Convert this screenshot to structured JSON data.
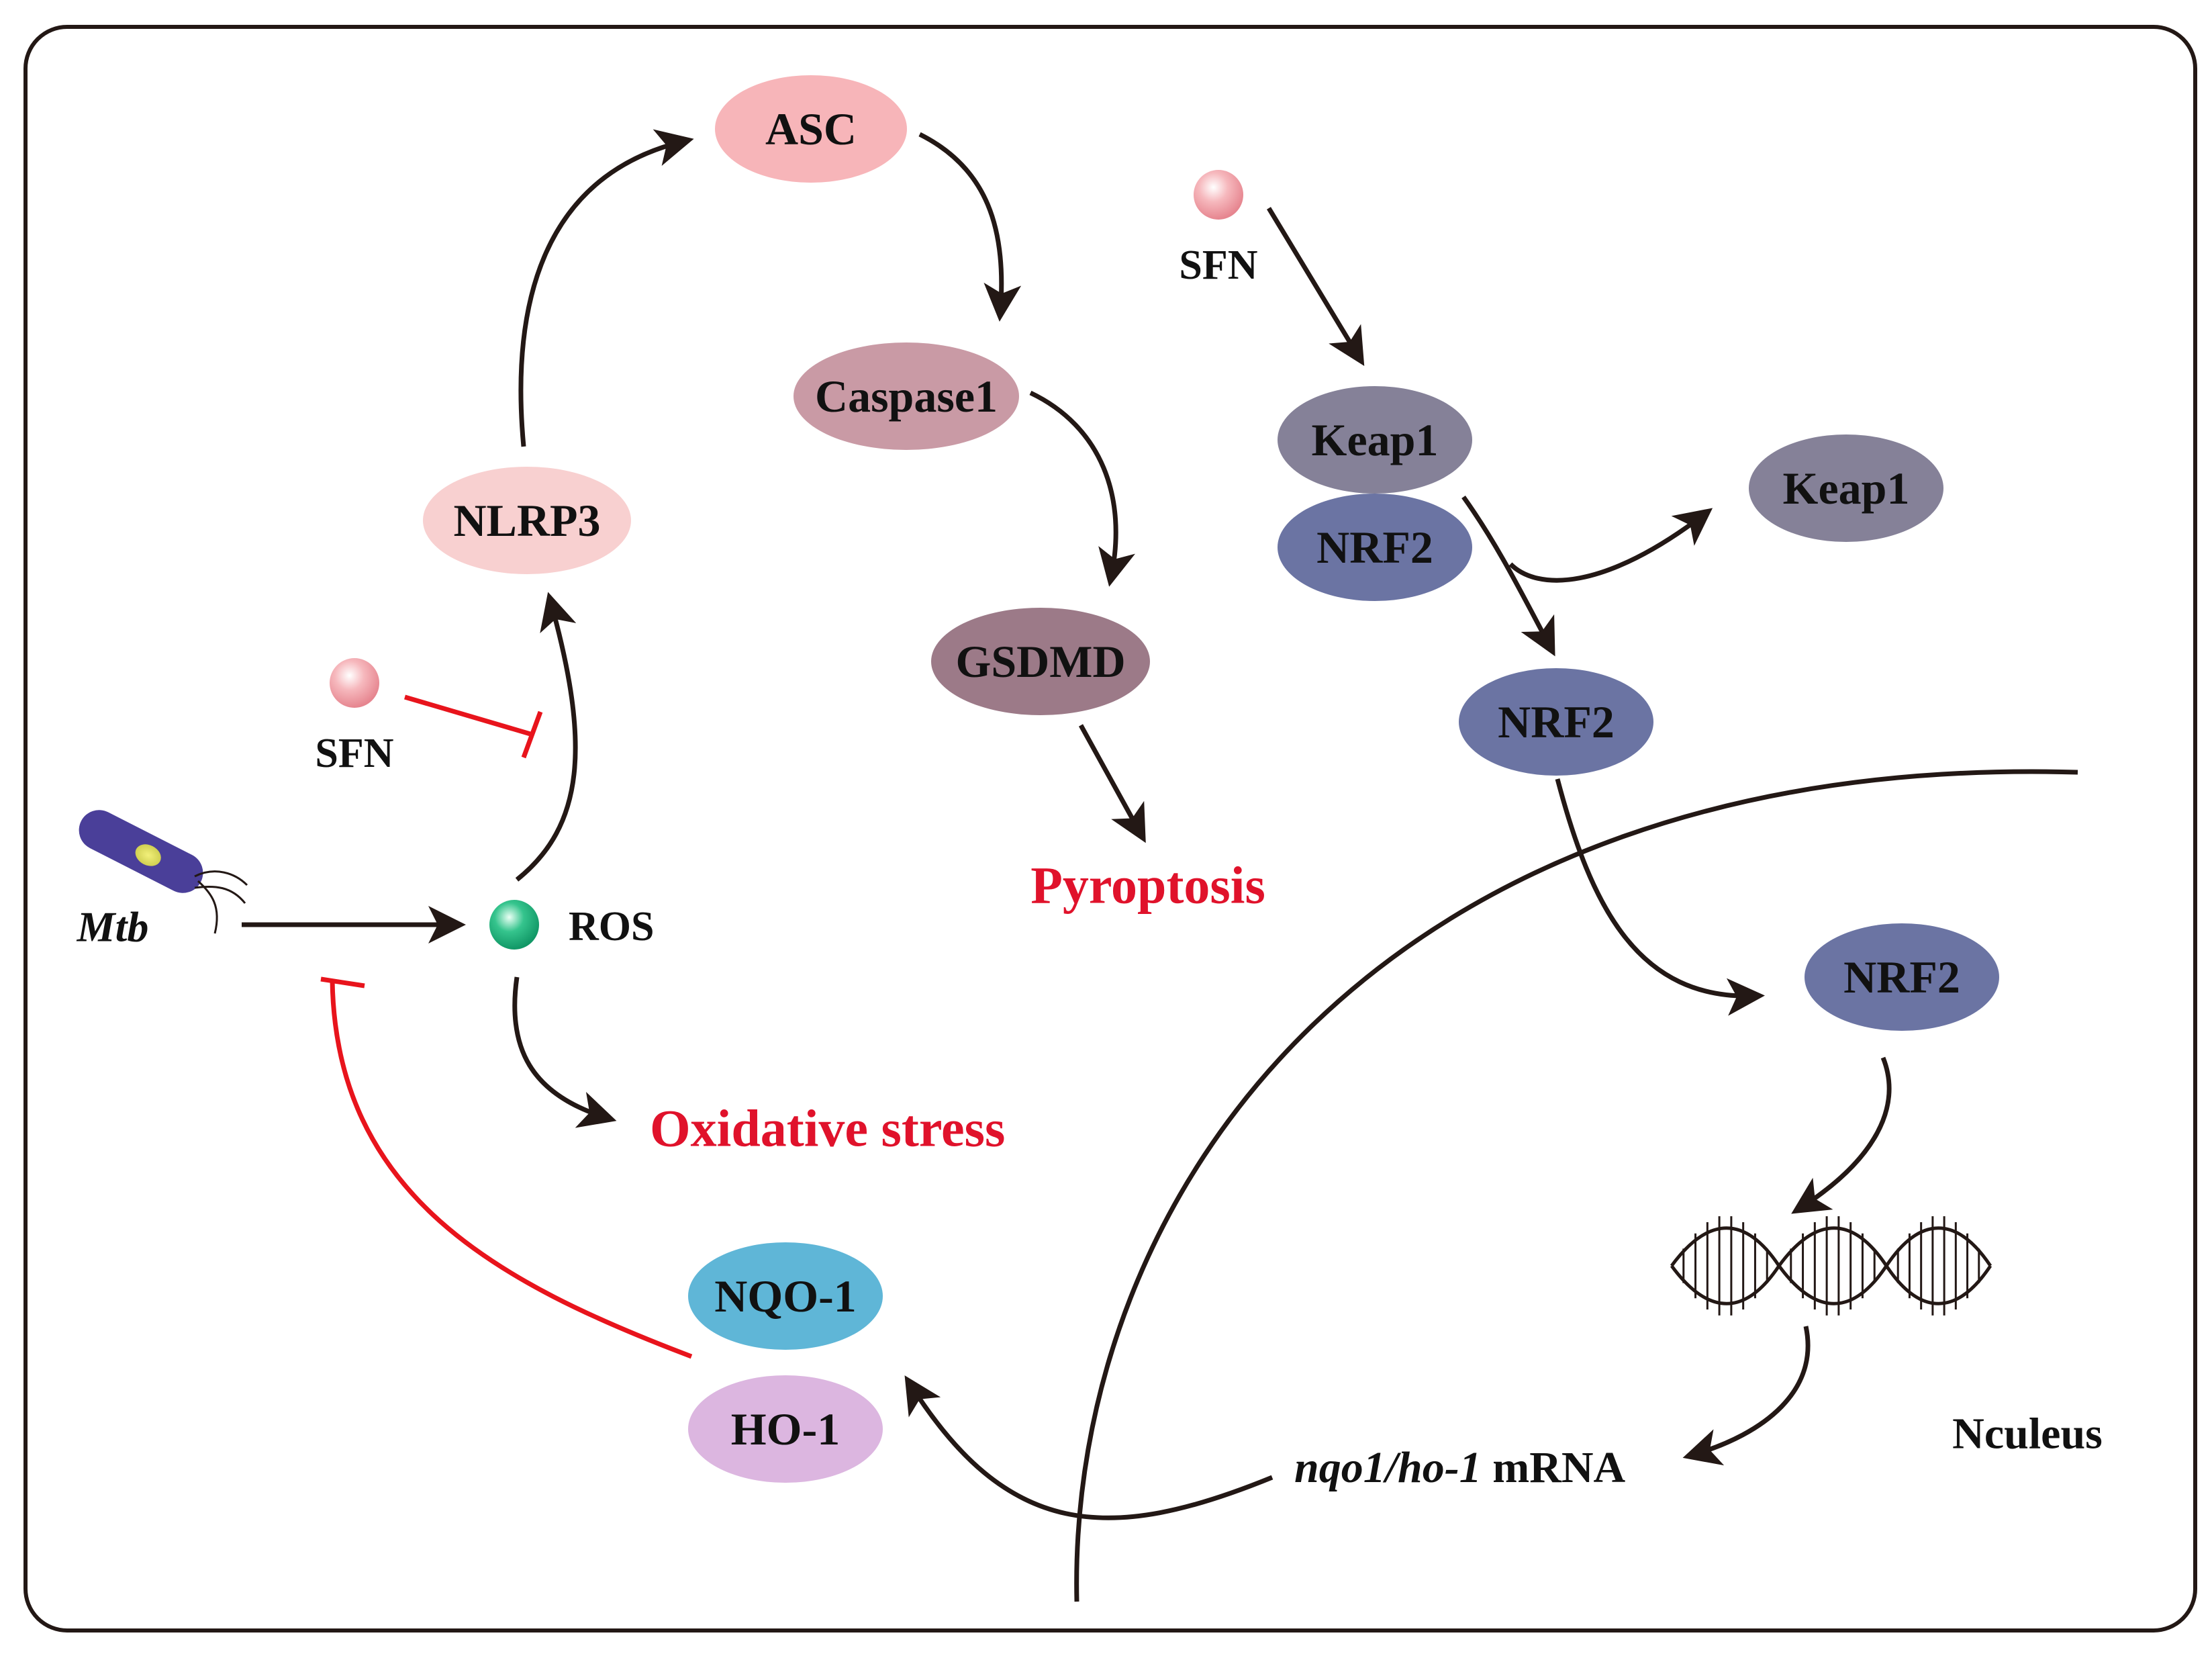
{
  "diagram": {
    "nodes": {
      "asc": "ASC",
      "caspase1": "Caspase1",
      "gsdmd": "GSDMD",
      "nlrp3": "NLRP3",
      "keap1_complex": "Keap1",
      "nrf2_complex": "NRF2",
      "keap1_free": "Keap1",
      "nrf2_cyto": "NRF2",
      "nrf2_nucleus": "NRF2",
      "nqo1": "NQO-1",
      "ho1": "HO-1"
    },
    "labels": {
      "sfn_top": "SFN",
      "sfn_left": "SFN",
      "ros": "ROS",
      "mtb": "Mtb",
      "pyroptosis": "Pyroptosis",
      "oxidative_stress": "Oxidative stress",
      "mrna_italic": "nqo1/ho-1",
      "mrna_suffix": " mRNA",
      "nucleus": "Nculeus"
    },
    "colors": {
      "asc": "#f7b5b9",
      "caspase1": "#c99aa5",
      "gsdmd": "#9c7a88",
      "nlrp3": "#f8d0d0",
      "keap1": "#858198",
      "nrf2": "#6b74a3",
      "nqo1": "#5fb6d7",
      "ho1": "#dcb6e0",
      "activation_arrow": "#231815",
      "inhibition": "#e8141c",
      "outcome_text": "#e0122b"
    }
  }
}
